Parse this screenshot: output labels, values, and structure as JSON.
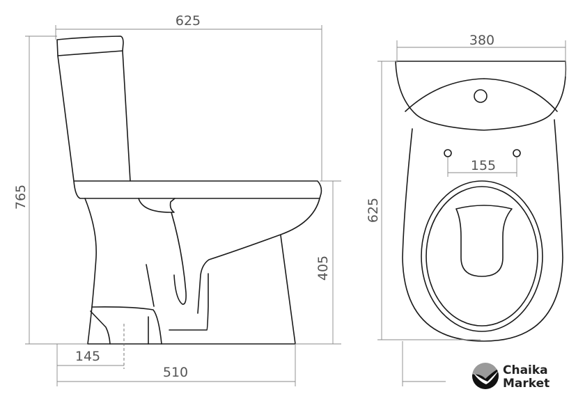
{
  "dimensions": {
    "side_total_length": "625",
    "side_total_height": "765",
    "seat_height": "405",
    "outlet_offset": "145",
    "base_length": "510",
    "front_width": "380",
    "front_depth": "625",
    "bolt_spacing": "155"
  },
  "logo": {
    "line1": "Chaika",
    "line2": "Market"
  }
}
